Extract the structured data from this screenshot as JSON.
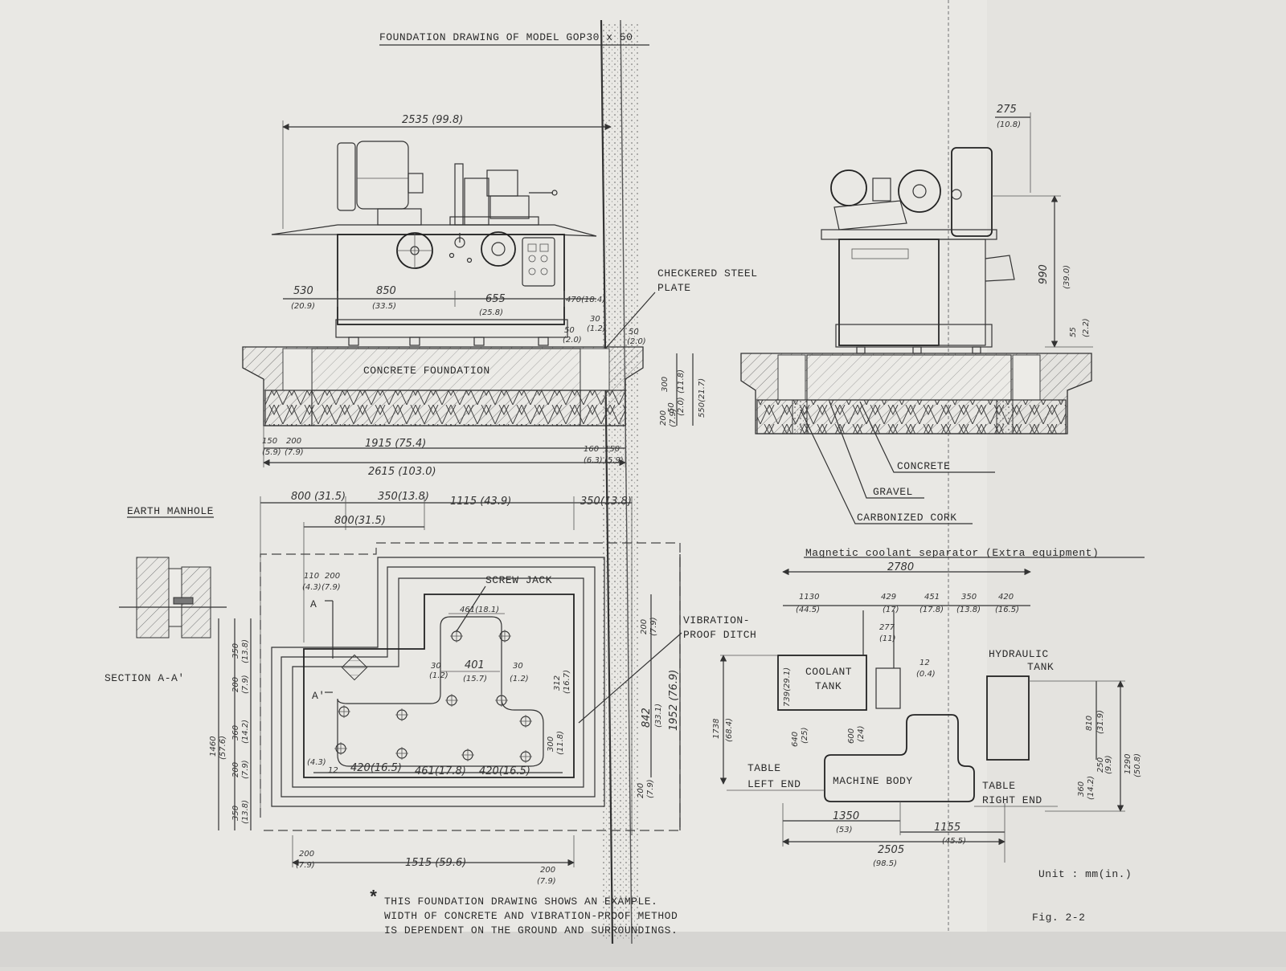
{
  "title": "FOUNDATION DRAWING OF MODEL GOP30 x 50",
  "labels": {
    "checkered_plate": [
      "CHECKERED STEEL",
      "PLATE"
    ],
    "concrete_foundation": "CONCRETE FOUNDATION",
    "earth_manhole": "EARTH MANHOLE",
    "section": "SECTION A-A'",
    "screw_jack": "SCREW JACK",
    "vibration_ditch": [
      "VIBRATION-",
      "PROOF DITCH"
    ],
    "concrete": "CONCRETE",
    "gravel": "GRAVEL",
    "carbonized_cork": "CARBONIZED CORK",
    "separator": "Magnetic coolant separator (Extra equipment)",
    "hydraulic_tank": [
      "HYDRAULIC",
      "TANK"
    ],
    "coolant_tank": [
      "COOLANT",
      "TANK"
    ],
    "machine_body": "MACHINE BODY",
    "table_left": [
      "TABLE",
      "LEFT END"
    ],
    "table_right": [
      "TABLE",
      "RIGHT END"
    ],
    "unit": "Unit : mm(in.)",
    "fig": "Fig. 2-2",
    "marker_a": "A",
    "marker_a2": "A'"
  },
  "note": {
    "star": "*",
    "lines": [
      "THIS FOUNDATION DRAWING SHOWS AN EXAMPLE.",
      "WIDTH OF CONCRETE AND VIBRATION-PROOF METHOD",
      "IS DEPENDENT ON THE GROUND AND SURROUNDINGS."
    ]
  },
  "dims": {
    "overall_len": "2535 (99.8)",
    "d530": "530",
    "d530i": "(20.9)",
    "d850": "850",
    "d850i": "(33.5)",
    "d655": "655",
    "d655i": "(25.8)",
    "d470": "470(18.4)",
    "d30a": "30",
    "d30ai": "(1.2)",
    "d50a": "50",
    "d50ai": "(2.0)",
    "d50b": "50",
    "d50bi": "(2.0)",
    "d300": "300",
    "d300i": "(11.8)",
    "d50c": "50",
    "d50ci": "(2.0)",
    "d200v": "200",
    "d200vi": "(7.9)",
    "d550": "550(21.7)",
    "d150": "150",
    "d150i": "(5.9)",
    "d200": "200",
    "d200i": "(7.9)",
    "d1915": "1915 (75.4)",
    "d2615": "2615 (103.0)",
    "d160": "160",
    "d160i": "(6.3)",
    "d150b": "150",
    "d150bi": "(5.9)",
    "d275": "275",
    "d275i": "(10.8)",
    "d990": "990",
    "d990i": "(39.0)",
    "d55": "55",
    "d55i": "(2.2)",
    "d800": "800 (31.5)",
    "d350": "350(13.8)",
    "d1115": "1115 (43.9)",
    "d350b": "350(13.8)",
    "d800b": "800(31.5)",
    "d110": "110",
    "d110i": "(4.3)",
    "d200c": "200",
    "d200ci": "(7.9)",
    "d461": "461(18.1)",
    "d401": "401",
    "d401i": "(15.7)",
    "d30b": "30",
    "d30bi": "(1.2)",
    "d30c": "30",
    "d30ci": "(1.2)",
    "d312": "312",
    "d312i": "(16.7)",
    "d200d": "200",
    "d200di": "(7.9)",
    "d842": "842",
    "d842i": "(33.1)",
    "d1952": "1952 (76.9)",
    "d300c": "300",
    "d300ci": "(11.8)",
    "d200e": "200",
    "d200ei": "(7.9)",
    "d420": "420(16.5)",
    "d461b": "461(17.8)",
    "d420b": "420(16.5)",
    "d1460": "1460",
    "d1460i": "(57.6)",
    "d350c": "350",
    "d350ci": "(13.8)",
    "d200f": "200",
    "d200fi": "(7.9)",
    "d360": "360",
    "d360i": "(14.2)",
    "d200g": "200",
    "d200gi": "(7.9)",
    "d350d": "350",
    "d350di": "(13.8)",
    "d200h": "200",
    "d200hi": "(7.9)",
    "d1515": "1515 (59.6)",
    "d200j": "200",
    "d200ji": "(7.9)",
    "d2780": "2780",
    "d1130": "1130",
    "d1130i": "(44.5)",
    "d429": "429",
    "d429i": "(17)",
    "d451": "451",
    "d451i": "(17.8)",
    "d350e": "350",
    "d350ei": "(13.8)",
    "d420c": "420",
    "d420ci": "(16.5)",
    "d277": "277",
    "d277i": "(11)",
    "d12": "12",
    "d12i": "(0.4)",
    "d739": "739(29.1)",
    "d640": "640",
    "d640i": "(25)",
    "d600": "600",
    "d600i": "(24)",
    "d1738": "1738",
    "d1738i": "(68.4)",
    "d810": "810",
    "d810i": "(31.9)",
    "d360b": "360",
    "d360bi": "(14.2)",
    "d250": "250",
    "d250i": "(9.9)",
    "d1290": "1290",
    "d1290i": "(50.8)",
    "d1350": "1350",
    "d1350i": "(53)",
    "d1155": "1155",
    "d1155i": "(45.5)",
    "d2505": "2505",
    "d2505i": "(98.5)"
  }
}
